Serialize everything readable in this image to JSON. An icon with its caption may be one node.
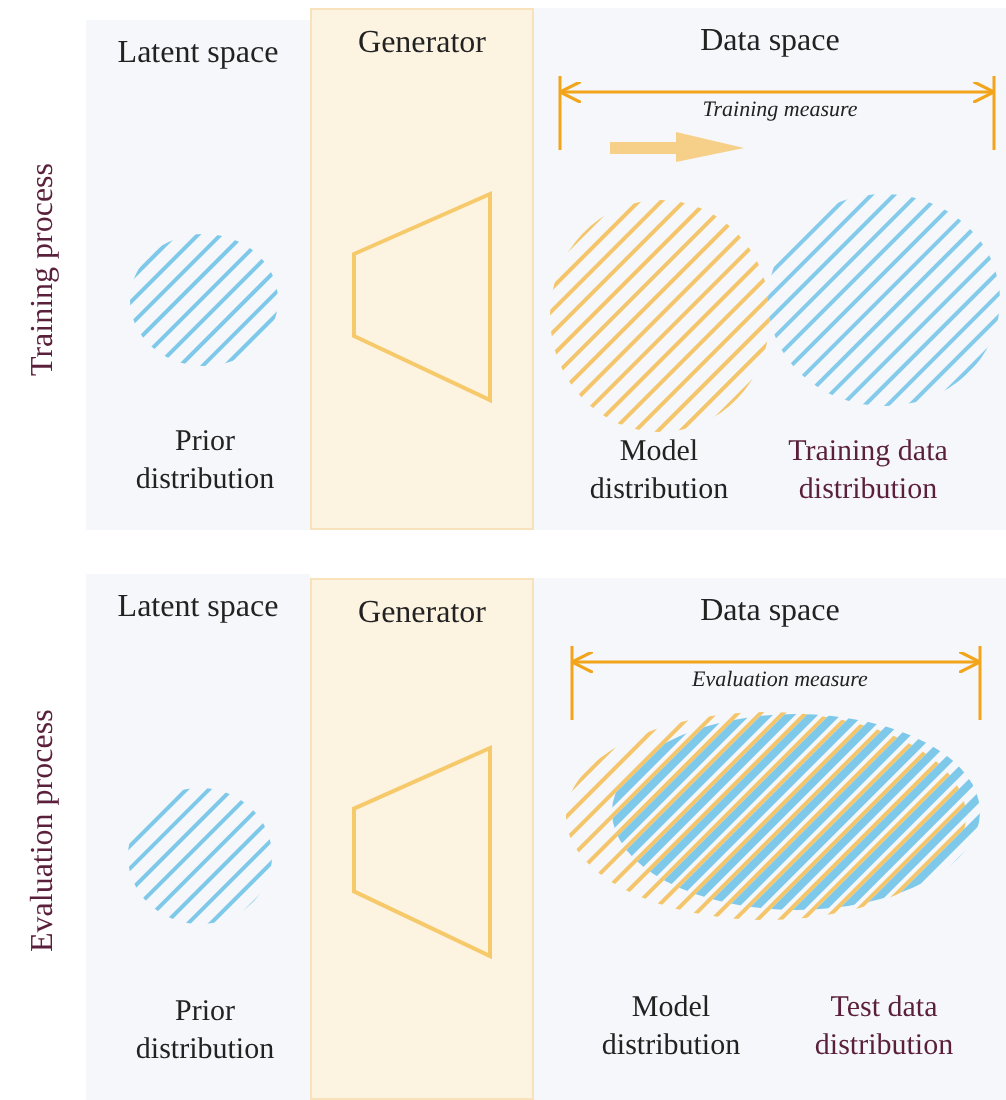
{
  "diagram": {
    "nodes": [
      {
        "text": [
          "Latent space"
        ]
      },
      {
        "text": [
          "Generator"
        ]
      },
      {
        "text": [],
        "shape": "trapezoid",
        "in": 1
      },
      {
        "text": [
          "Data space"
        ]
      },
      {
        "text": [
          "Latent space"
        ]
      },
      {
        "text": [
          "Generator"
        ]
      },
      {
        "text": [],
        "shape": "trapezoid",
        "in": 5
      },
      {
        "text": [
          "Data space"
        ]
      }
    ],
    "edges": [],
    "labels": [
      "Training process",
      "Training measure",
      "Prior distribution",
      "Model distribution",
      "Training data distribution",
      "Evaluation process",
      "Evaluation measure",
      "Prior distribution",
      "Model distribution",
      "Test data distribution"
    ]
  }
}
